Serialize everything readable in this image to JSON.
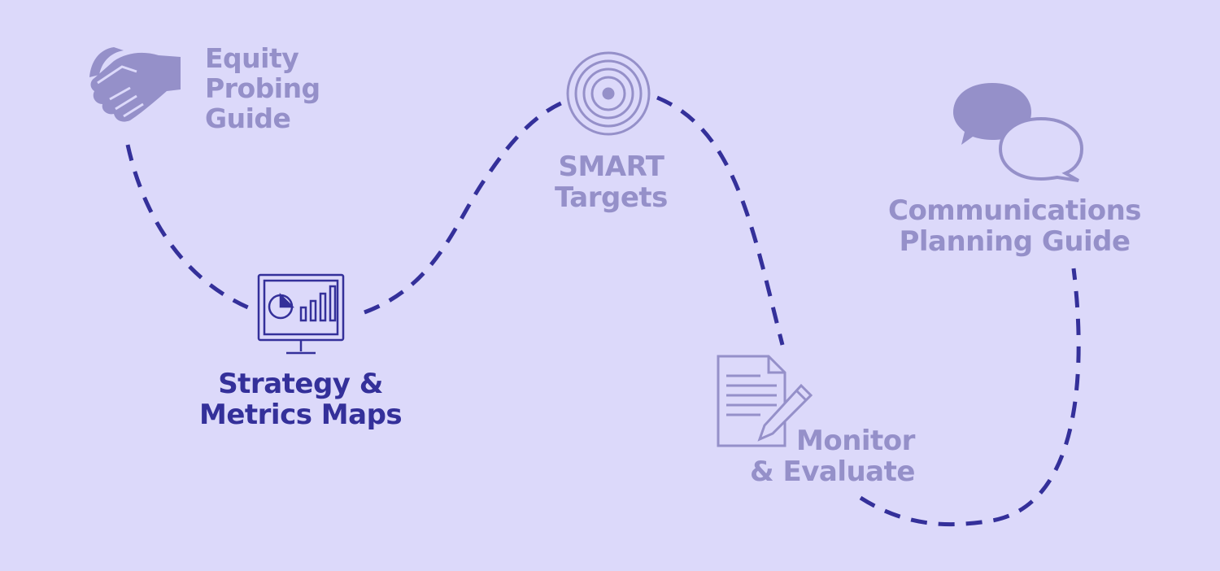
{
  "colors": {
    "background": "#dcd9fa",
    "muted": "#9590c9",
    "active": "#34309a",
    "path": "#34309a"
  },
  "steps": [
    {
      "id": "equity",
      "icon": "handshake-icon",
      "lines": [
        "Equity",
        "Probing",
        "Guide"
      ],
      "state": "muted"
    },
    {
      "id": "strategy",
      "icon": "monitor-chart-icon",
      "lines": [
        "Strategy &",
        "Metrics Maps"
      ],
      "state": "active"
    },
    {
      "id": "smart",
      "icon": "target-icon",
      "lines": [
        "SMART",
        "Targets"
      ],
      "state": "muted"
    },
    {
      "id": "monitor",
      "icon": "document-pencil-icon",
      "lines": [
        "Monitor",
        "& Evaluate"
      ],
      "state": "muted"
    },
    {
      "id": "comm",
      "icon": "chat-bubbles-icon",
      "lines": [
        "Communications",
        "Planning Guide"
      ],
      "state": "muted"
    }
  ]
}
